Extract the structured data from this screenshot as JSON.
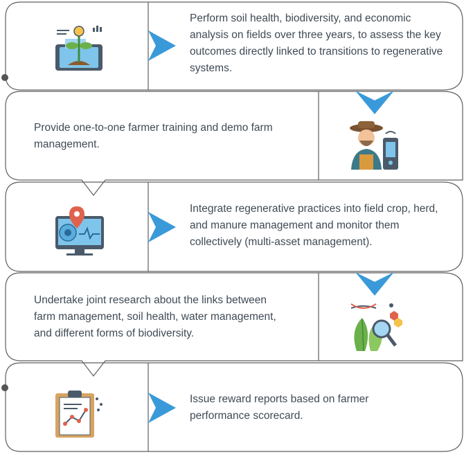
{
  "colors": {
    "border": "#5f5f5f",
    "accent_blue": "#3a9ad9",
    "text": "#3f4a55",
    "bullet": "#555555"
  },
  "steps": [
    {
      "text": "Perform soil health, biodiversity, and economic analysis on fields over three years, to assess the key outcomes directly linked to transitions to regenerative systems.",
      "icon": "plant-monitor-icon"
    },
    {
      "text": "Provide one-to-one farmer training and demo farm management.",
      "icon": "farmer-icon"
    },
    {
      "text": "Integrate regenerative practices into field crop, herd, and manure management and monitor them collectively (multi-asset management).",
      "icon": "location-monitor-icon"
    },
    {
      "text": "Undertake joint research about the links between farm management, soil health, water management, and different forms of biodiversity.",
      "icon": "research-icon"
    },
    {
      "text": "Issue reward reports based on farmer performance scorecard.",
      "icon": "report-clipboard-icon"
    }
  ]
}
